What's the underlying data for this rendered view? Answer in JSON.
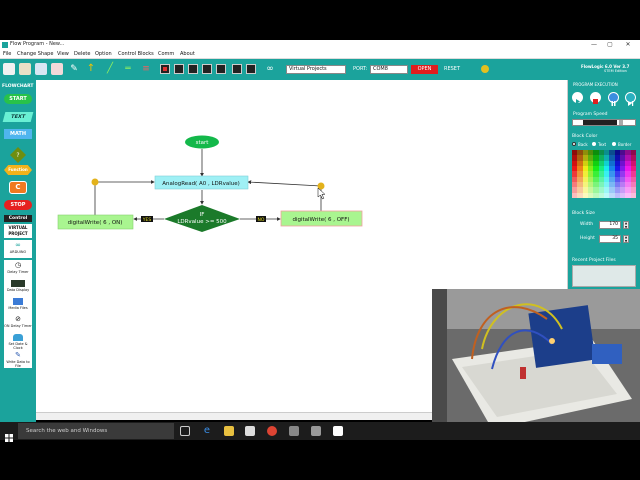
{
  "window": {
    "title": "Flow Program - New...",
    "minimize": "—",
    "maximize": "▢",
    "close": "✕"
  },
  "menu": [
    "File",
    "Change Shape",
    "View",
    "Delete",
    "Option",
    "Control Blocks",
    "Comm",
    "About"
  ],
  "toolbar": {
    "project_select": "Virtual Projects",
    "port_label": "PORT:",
    "port_value": "COM8",
    "open_button": "OPEN",
    "reset_button": "RESET"
  },
  "palette": {
    "header": "FLOWCHART",
    "start": "START",
    "text": "TEXT",
    "math": "MATH",
    "function": "Function",
    "c_label": "C",
    "stop": "STOP",
    "control_header": "Control",
    "virtual_project": "VIRTUAL PROJECT",
    "arduino": "ARDUINO",
    "delay_timer": "Delay Timer",
    "data_display": "Data Display",
    "media_files": "Media Files",
    "on_delay_timer": "ON Delay Timer",
    "set_date_clock": "Set Date & Clock",
    "write_data_file": "Write Data to File"
  },
  "flowchart": {
    "start": "start",
    "analog_read": "AnalogRead( A0 , LDRvalue)",
    "decision_line1": "IF",
    "decision_line2": "LDRvalue >= 500",
    "yes_label": "YES",
    "no_label": "NO",
    "write_on": "digitalWrite( 6 , ON)",
    "write_off": "digitalWrite( 6 , OFF)"
  },
  "right_panel": {
    "app_title": "FlowLogic 6.0 Ver 3.7",
    "edition": "STEM Edition",
    "execution_header": "PROGRAM EXECUTION",
    "speed_label": "Program Speed",
    "block_color": "Block Color",
    "opt_back": "Back",
    "opt_text": "Text",
    "opt_border": "Border",
    "block_size": "Block Size",
    "width_label": "Width",
    "width_value": "170",
    "height_label": "Height",
    "height_value": "35",
    "recent_files": "Recent Project Files"
  },
  "taskbar": {
    "search_placeholder": "Search the web and Windows"
  },
  "colors": {
    "teal": "#1ba39c",
    "start_green": "#13b84a",
    "decision_green": "#1b7a2a",
    "process_cyan": "#9ff0f5",
    "output_green": "#a9f590",
    "connector_yellow": "#e3b21b"
  }
}
